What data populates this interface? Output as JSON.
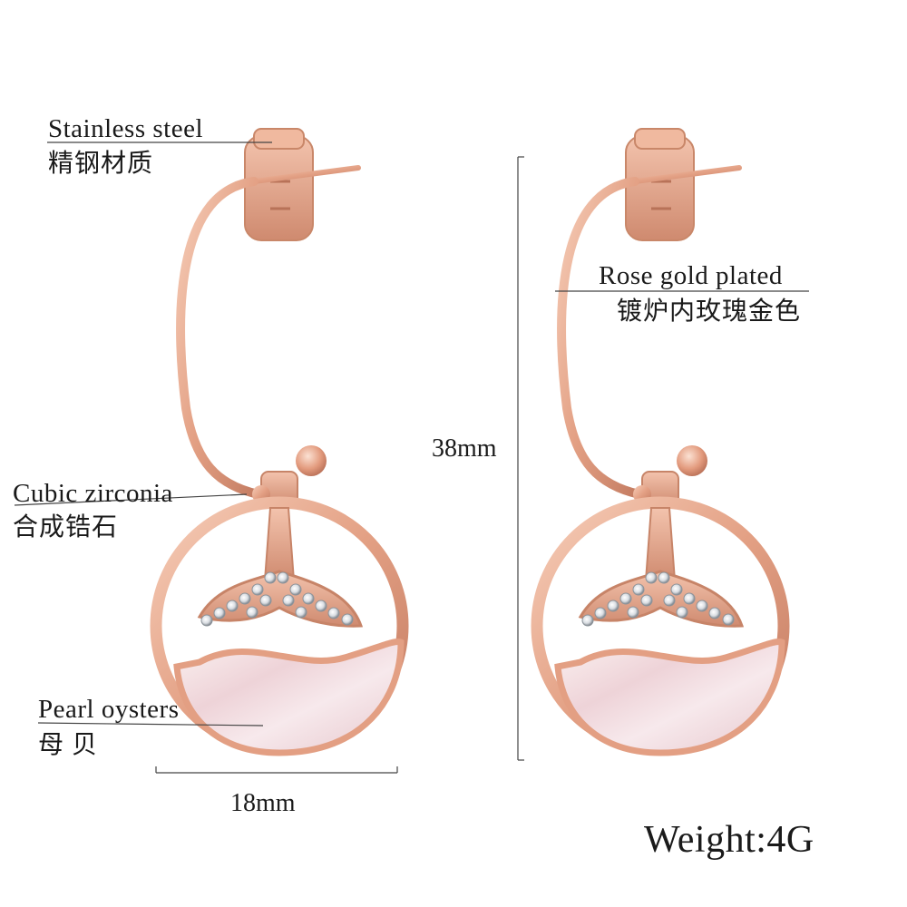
{
  "callouts": {
    "stainless": {
      "en": "Stainless steel",
      "cn": "精钢材质"
    },
    "rose_gold": {
      "en": "Rose gold plated",
      "cn": "镀炉内玫瑰金色"
    },
    "zirconia": {
      "en": "Cubic zirconia",
      "cn": "合成锆石"
    },
    "pearl": {
      "en": "Pearl oysters",
      "cn": "母 贝"
    }
  },
  "dimensions": {
    "height": "38mm",
    "width": "18mm"
  },
  "weight": "Weight:4G",
  "colors": {
    "rose_gold": "#e8a788",
    "rose_gold_dark": "#c9826a",
    "pearl": "#f3dfe2",
    "guide_line": "#333333"
  }
}
